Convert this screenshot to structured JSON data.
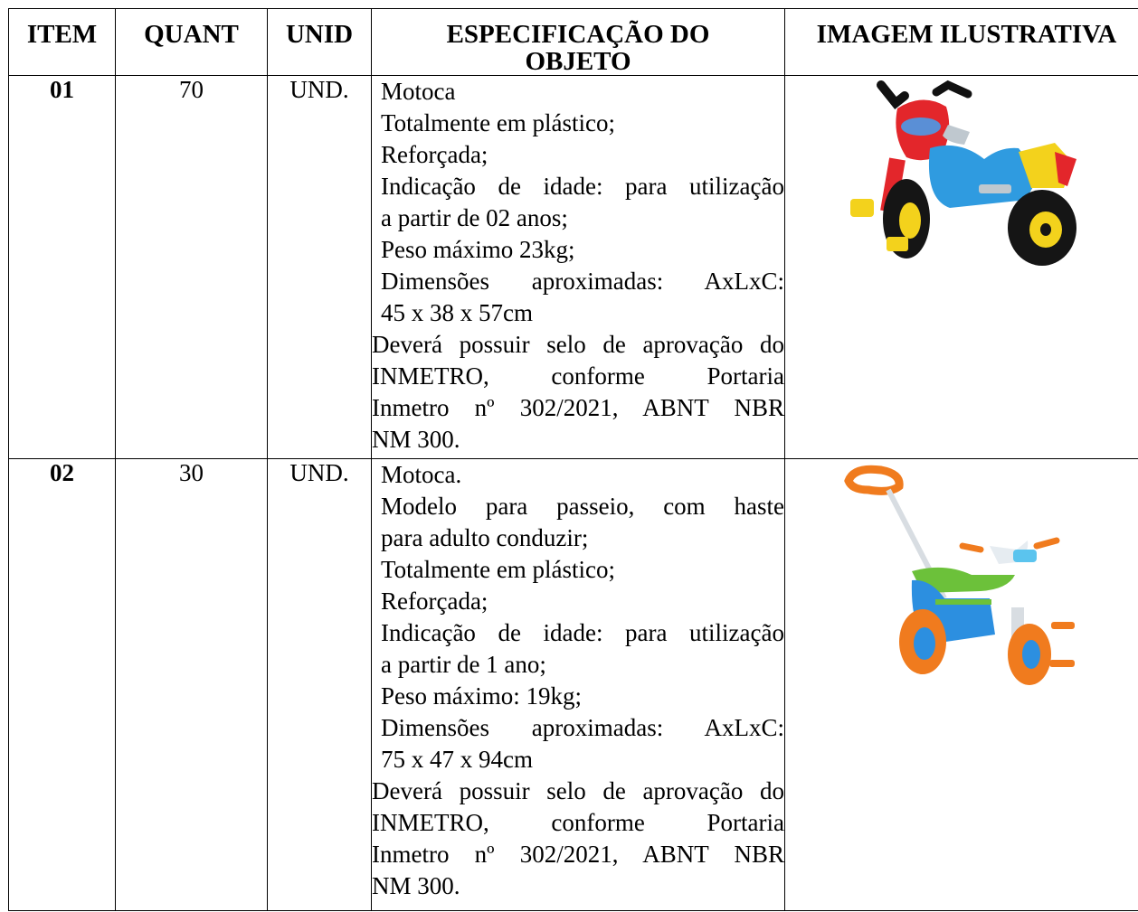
{
  "headers": {
    "item": "ITEM",
    "quant": "QUANT",
    "unid": "UNID",
    "spec_line1": "ESPECIFICAÇÃO DO",
    "spec_line2": "OBJETO",
    "image": "IMAGEM ILUSTRATIVA"
  },
  "rows": [
    {
      "item": "01",
      "quant": "70",
      "unid": "UND.",
      "spec": [
        "Motoca",
        "Totalmente em plástico;",
        "Reforçada;",
        "Indicação de idade: para utilização",
        "a partir de 02 anos;",
        "Peso máximo 23kg;",
        "Dimensões aproximadas: AxLxC:",
        "45 x 38 x 57cm"
      ],
      "tail": [
        "Deverá possuir selo de aprovação do",
        "INMETRO, conforme Portaria",
        "Inmetro nº 302/2021, ABNT NBR",
        "NM 300."
      ],
      "image_icon": "tricycle-red-blue-icon"
    },
    {
      "item": "02",
      "quant": "30",
      "unid": "UND.",
      "spec": [
        "Motoca.",
        "Modelo para passeio, com haste",
        "para adulto conduzir;",
        "Totalmente em plástico;",
        "Reforçada;",
        "Indicação de idade: para utilização",
        "a partir de 1 ano;",
        "Peso máximo: 19kg;",
        "Dimensões aproximadas: AxLxC:",
        "75 x 47 x 94cm"
      ],
      "tail": [
        "Deverá possuir selo de aprovação do",
        "INMETRO, conforme Portaria",
        "Inmetro nº 302/2021, ABNT NBR",
        "NM 300."
      ],
      "image_icon": "tricycle-push-handle-icon"
    }
  ],
  "colors": {
    "border": "#000000",
    "text": "#000000",
    "background": "#ffffff"
  }
}
